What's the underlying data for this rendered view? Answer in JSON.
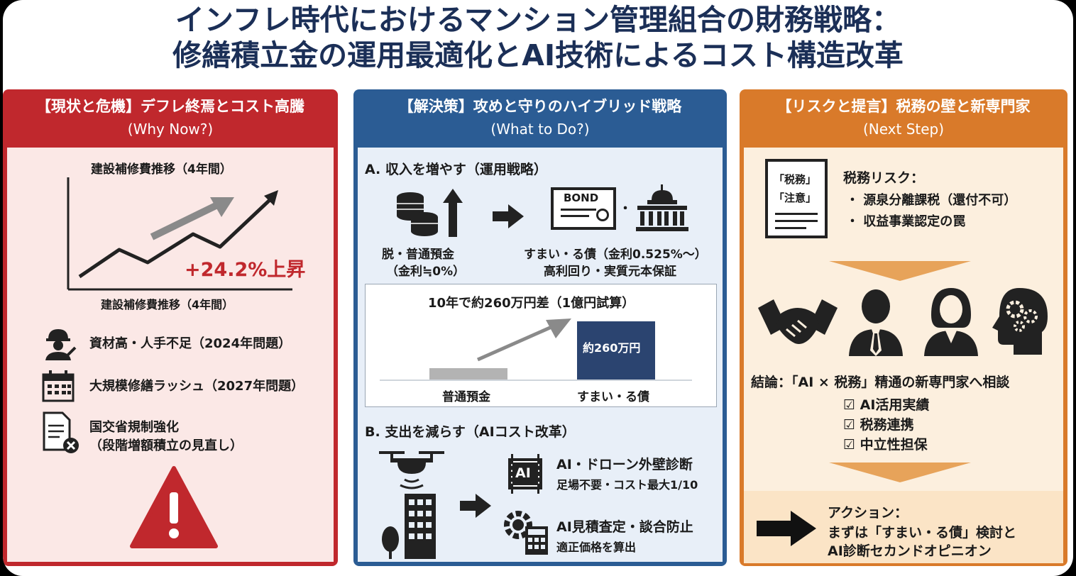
{
  "title": {
    "line1": "インフレ時代におけるマンション管理組合の財務戦略：",
    "line2": "修繕積立金の運用最適化とAI技術によるコスト構造改革"
  },
  "colors": {
    "title": "#1b2f57",
    "red": "#c0282d",
    "blue": "#2b5c94",
    "orange": "#d97a2a",
    "navy_bar": "#2b4470",
    "grey_bar": "#b3b3b3"
  },
  "panel1": {
    "heading": "【現状と危機】デフレ終焉とコスト高騰",
    "subheading": "(Why Now?)",
    "chart_title": "建設補修費推移（4年間）",
    "chart_caption": "建設補修費推移（4年間）",
    "increase_label": "+24.2%上昇",
    "items": [
      {
        "icon": "worker-with-wrench-icon",
        "text": "資材高・人手不足（2024年問題）"
      },
      {
        "icon": "calendar-icon",
        "text": "大規模修繕ラッシュ（2027年問題）"
      },
      {
        "icon": "document-reject-icon",
        "text": "国交省規制強化",
        "text2": "（段階増額積立の見直し）"
      }
    ],
    "warning_icon": "warning-triangle-icon"
  },
  "panel2": {
    "heading": "【解決策】攻めと守りのハイブリッド戦略",
    "subheading": "(What to Do?)",
    "sectionA": {
      "title": "A. 収入を増やす（運用戦略）",
      "left_label1": "脱・普通預金",
      "left_label2": "（金利≒0%）",
      "bond_text": "BOND",
      "dot": "・",
      "right_label1": "すまい・る債（金利0.525%〜）",
      "right_label2": "高利回り・実質元本保証",
      "box_title": "10年で約260万円差（1億円試算）",
      "bar_value_label": "約260万円",
      "bar_left_label": "普通預金",
      "bar_right_label": "すまい・る債"
    },
    "sectionB": {
      "title": "B. 支出を減らす（AIコスト改革）",
      "ai_chip": "AI",
      "item1_title": "AI・ドローン外壁診断",
      "item1_sub": "足場不要・コスト最大1/10",
      "item2_title": "AI見積査定・談合防止",
      "item2_sub": "適正価格を算出"
    }
  },
  "panel3": {
    "heading": "【リスクと提言】税務の壁と新専門家",
    "subheading": "(Next Step)",
    "doc_tag1": "「税務」",
    "doc_tag2": "「注意」",
    "risk_title": "税務リスク：",
    "risk_items": [
      "・ 源泉分離課税（還付不可）",
      "・ 収益事業認定の罠"
    ],
    "conclusion": "結論：「AI × 税務」精通の新専門家へ相談",
    "checks": [
      "☑ AI活用実績",
      "☑ 税務連携",
      "☑ 中立性担保"
    ],
    "action_title": "アクション：",
    "action_line1": "まずは「すまい・る債」検討と",
    "action_line2": "AI診断セカンドオピニオン"
  }
}
